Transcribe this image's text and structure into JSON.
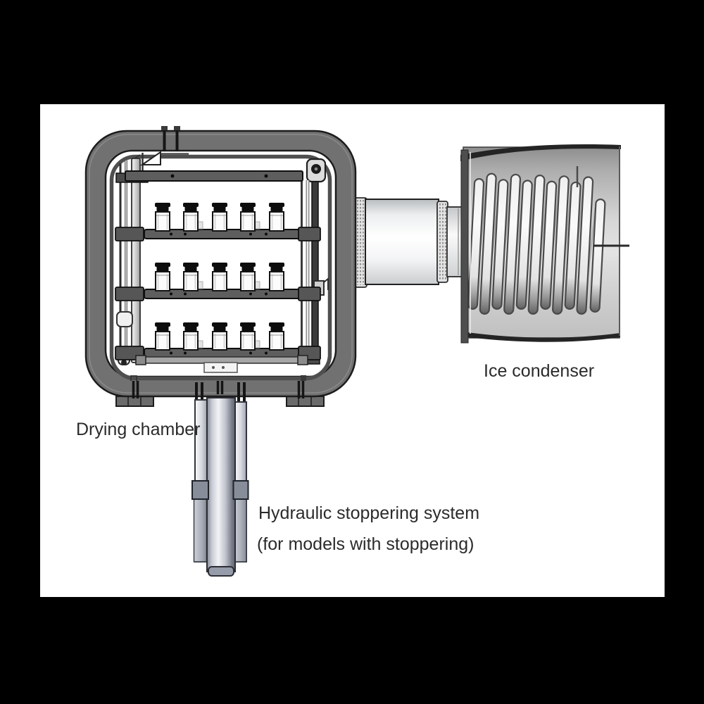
{
  "page": {
    "background": "#000000",
    "canvas_background": "#ffffff"
  },
  "diagram": {
    "labels": {
      "drying_chamber": "Drying chamber",
      "ice_condenser": "Ice condenser",
      "hydraulic_line_1": "Hydraulic stoppering system",
      "hydraulic_line_2": "(for models with stoppering)"
    },
    "components": {
      "drying_chamber": {
        "name": "Drying chamber",
        "shelves": 3,
        "vials_per_shelf": 5,
        "total_vials": 15
      },
      "ice_condenser": {
        "name": "Ice condenser",
        "coil_loops": 11
      },
      "hydraulic_stoppering_system": {
        "name": "Hydraulic stoppering system",
        "note": "(for models with stoppering)",
        "outer_cylinders": 2,
        "central_pistons": 1
      },
      "vacuum_duct": {
        "flanges": 2,
        "cylinders": 2
      }
    },
    "colors": {
      "text": "#2b2b2b",
      "chamber_frame": "#717171",
      "outline": "#1c1c1c",
      "shelf": "#5e5e5e",
      "vial_cap": "#0d0d0d",
      "vial_body": "#fcfcfc",
      "condenser_top": "#8e8e8e",
      "condenser_mid": "#e3e3e3",
      "coil_fill": "#f6f6f6",
      "coil_outline": "#4a4a4a",
      "piston_highlight": "#f2f3f7",
      "piston_shadow": "#60636e",
      "collar": "#878d99"
    }
  }
}
